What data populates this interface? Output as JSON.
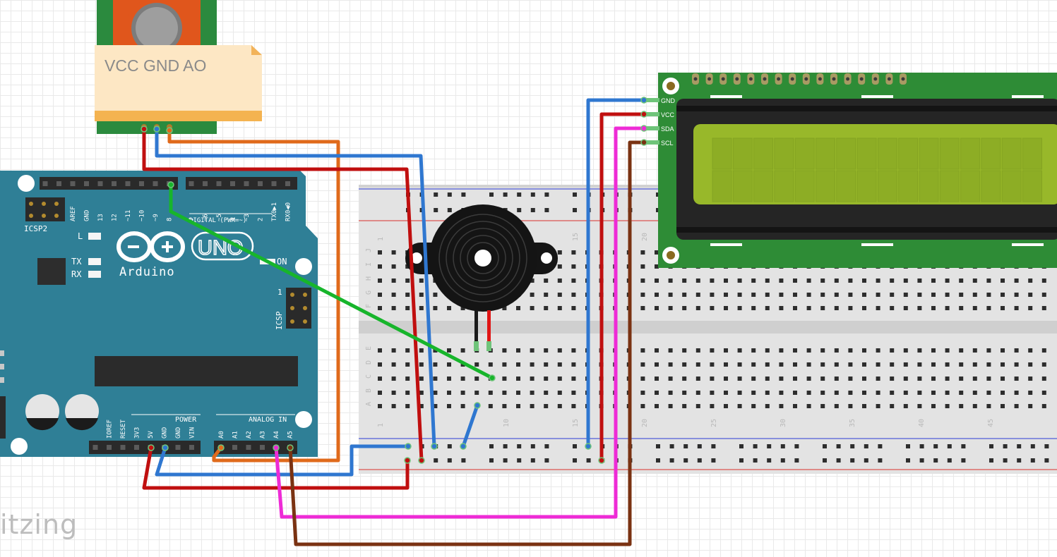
{
  "watermark": "itzing",
  "sensor": {
    "note_label": "VCC  GND  AO"
  },
  "arduino": {
    "brand": "Arduino",
    "model": "UNO",
    "icsp2": "ICSP2",
    "icsp": "ICSP",
    "on": "ON",
    "led_l": "L",
    "led_tx": "TX",
    "led_rx": "RX",
    "digital_label": "DIGITAL (PWM=~)",
    "power_label": "POWER",
    "analog_label": "ANALOG IN",
    "top_pins": [
      "AREF",
      "GND",
      "13",
      "12",
      "~11",
      "~10",
      "~9",
      "8",
      "7",
      "~6",
      "~5",
      "4",
      "~3",
      "2",
      "TX0▶1",
      "RX0◀0"
    ],
    "power_pins": [
      "IOREF",
      "RESET",
      "3V3",
      "5V",
      "GND",
      "GND",
      "VIN"
    ],
    "analog_pins": [
      "A0",
      "A1",
      "A2",
      "A3",
      "A4",
      "A5"
    ]
  },
  "breadboard": {
    "rows_top": [
      "J",
      "I",
      "H",
      "G",
      "F"
    ],
    "rows_bottom": [
      "E",
      "D",
      "C",
      "B",
      "A"
    ],
    "col_numbers_top": [
      "1",
      "15",
      "20"
    ],
    "col_numbers_bottom": [
      "1",
      "10",
      "15",
      "20",
      "25",
      "30",
      "35",
      "40",
      "45"
    ]
  },
  "lcd": {
    "pins": [
      "GND",
      "VCC",
      "SDA",
      "SCL"
    ]
  },
  "wire_colors": {
    "red": "#c00f0f",
    "blue": "#2f77d0",
    "orange": "#e06a1b",
    "green": "#17b52b",
    "magenta": "#ee2bd6",
    "brown": "#7a3212"
  }
}
